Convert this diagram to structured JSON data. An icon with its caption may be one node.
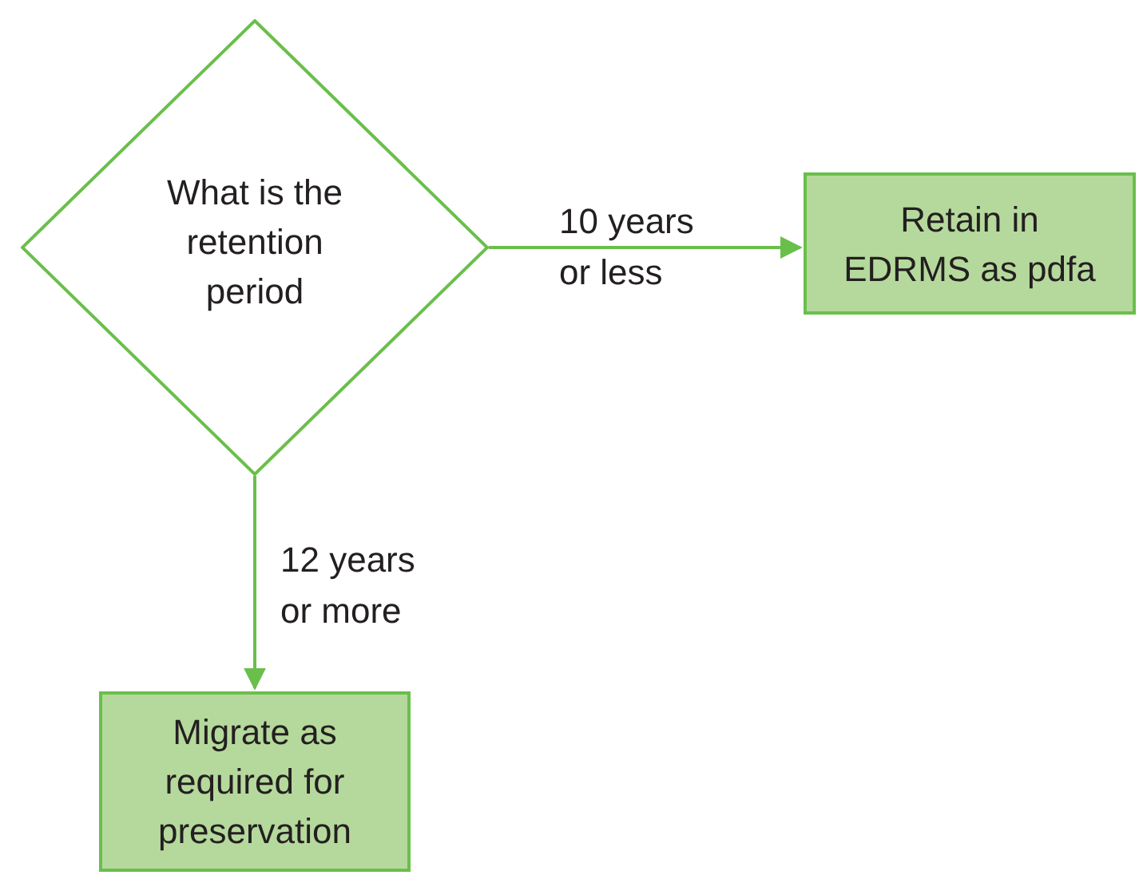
{
  "diagram": {
    "nodes": [
      {
        "text": [
          "What is the retention period"
        ]
      },
      {
        "text": [
          "Retain in EDRMS as pdfa"
        ]
      },
      {
        "text": [
          "Migrate as required for preservation"
        ]
      }
    ],
    "edges": [
      {
        "from": 0,
        "to": 1,
        "arrow": "to",
        "label": "10 years or less"
      },
      {
        "from": 0,
        "to": 2,
        "arrow": "to",
        "label": "12 years or more"
      }
    ]
  }
}
